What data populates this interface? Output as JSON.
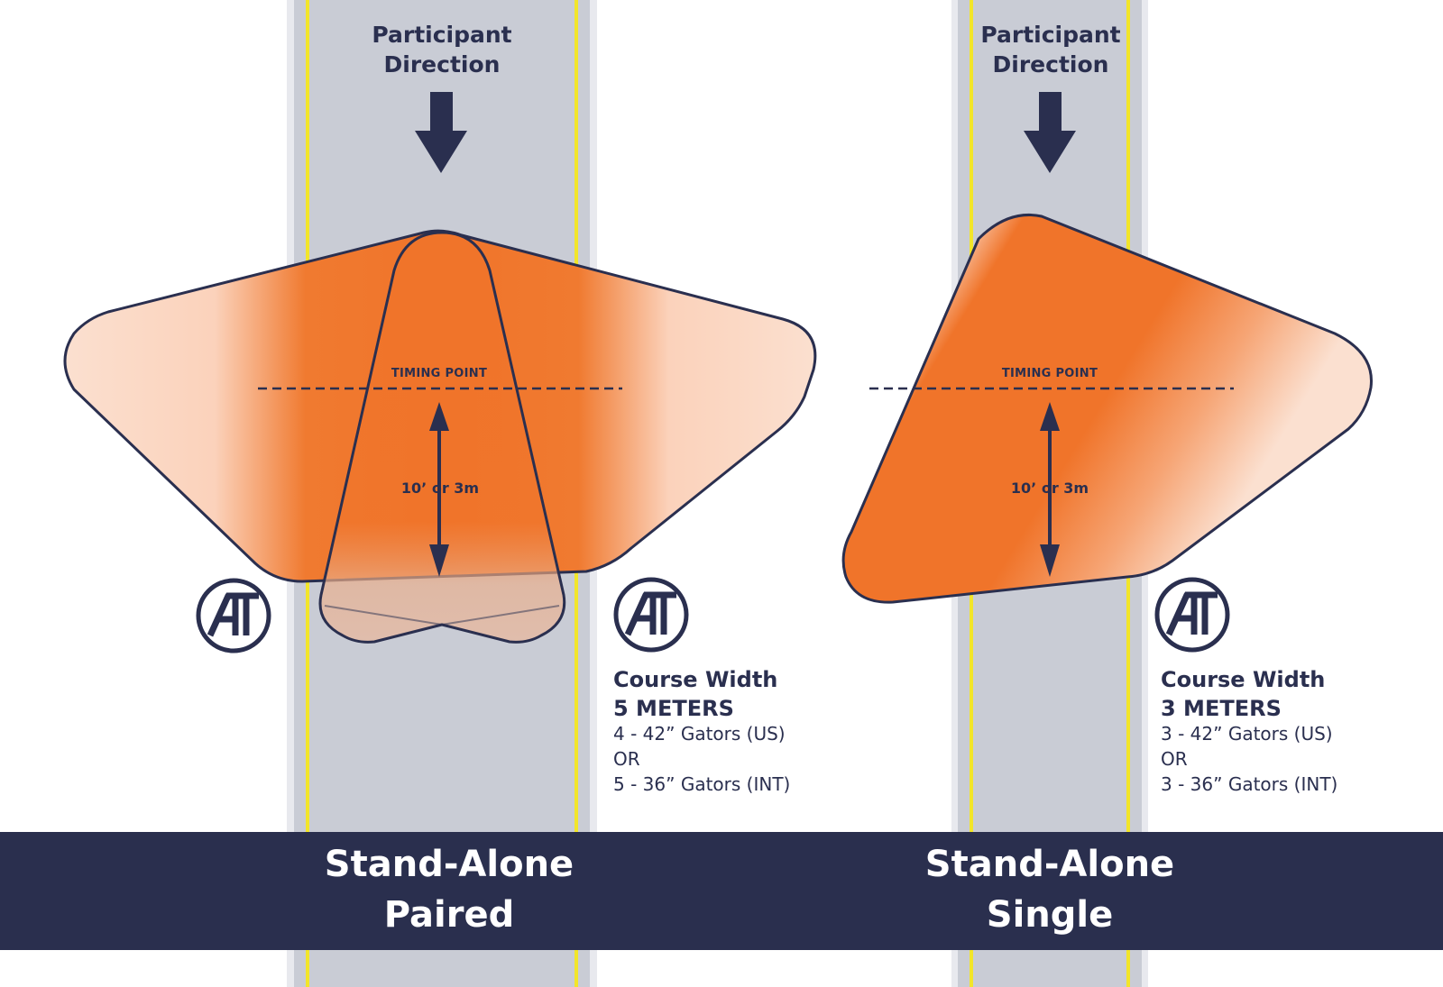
{
  "colors": {
    "road": "#c9ccd5",
    "road_edge": "#e8e9ee",
    "lane_line": "#f2e52a",
    "navy": "#2a2f4f",
    "orange": "#f0742a",
    "orange_light": "#fbe0d0"
  },
  "panels": [
    {
      "direction_line1": "Participant",
      "direction_line2": "Direction",
      "timing_label": "TIMING POINT",
      "distance_label": "10’ or 3m",
      "width_heading": "Course Width",
      "width_value": "5 METERS",
      "gators_us": "4 - 42” Gators (US)",
      "or_label": "OR",
      "gators_int": "5 - 36” Gators (INT)",
      "banner_line1": "Stand-Alone",
      "banner_line2": "Paired"
    },
    {
      "direction_line1": "Participant",
      "direction_line2": "Direction",
      "timing_label": "TIMING POINT",
      "distance_label": "10’ or 3m",
      "width_heading": "Course Width",
      "width_value": "3 METERS",
      "gators_us": "3 - 42” Gators (US)",
      "or_label": "OR",
      "gators_int": "3 - 36” Gators (INT)",
      "banner_line1": "Stand-Alone",
      "banner_line2": "Single"
    }
  ],
  "logo_icon": "at-logo-icon"
}
